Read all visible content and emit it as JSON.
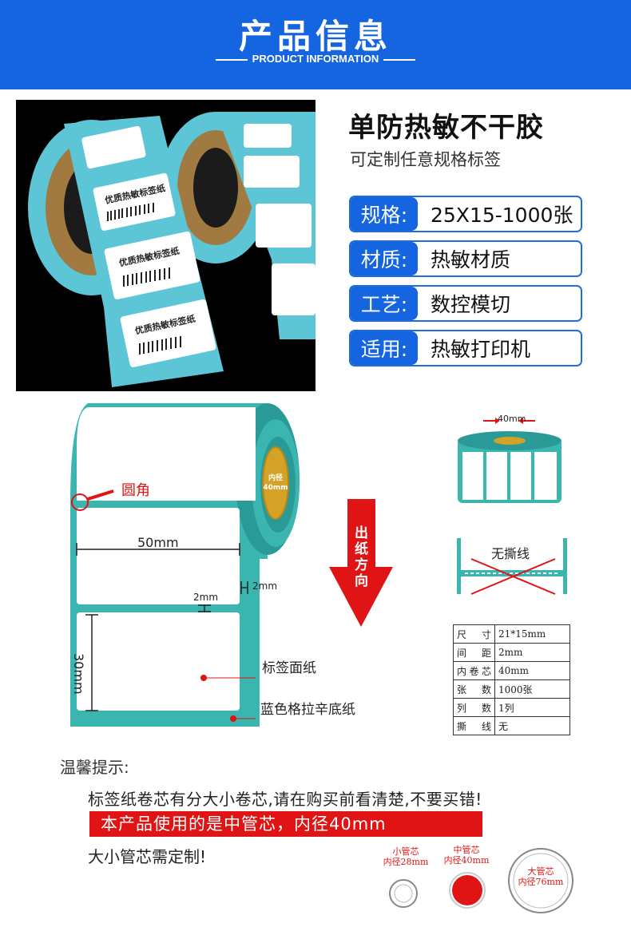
{
  "header": {
    "title": "产品信息",
    "subtitle": "PRODUCT INFORMATION"
  },
  "photo": {
    "label_text": "优质热敏标签纸"
  },
  "product": {
    "title": "单防热敏不干胶",
    "subtitle": "可定制任意规格标签",
    "specs": [
      {
        "key": "规格:",
        "value": "25X15-1000张"
      },
      {
        "key": "材质:",
        "value": "热敏材质"
      },
      {
        "key": "工艺:",
        "value": "数控模切"
      },
      {
        "key": "适用:",
        "value": "热敏打印机"
      }
    ]
  },
  "diagram": {
    "round_corner": "圆角",
    "width": "50mm",
    "height": "30mm",
    "gap1": "2mm",
    "gap2": "2mm",
    "core": "内径",
    "core_size": "40mm",
    "face_paper": "标签面纸",
    "backing": "蓝色格拉辛底纸",
    "direction": [
      "出",
      "纸",
      "方",
      "向"
    ],
    "small_core": "40mm",
    "no_tear": "无撕线"
  },
  "table": [
    [
      "尺寸",
      "21*15mm"
    ],
    [
      "间距",
      "2mm"
    ],
    [
      "内卷芯",
      "40mm"
    ],
    [
      "张数",
      "1000张"
    ],
    [
      "列数",
      "1列"
    ],
    [
      "撕线",
      "无"
    ]
  ],
  "tips": {
    "heading": "温馨提示:",
    "line1": "标签纸卷芯有分大小卷芯,请在购买前看清楚,不要买错!",
    "line2": "本产品使用的是中管芯，内径40mm",
    "line3": "大小管芯需定制!"
  },
  "cores": [
    {
      "name": "小管芯",
      "size": "内径28mm"
    },
    {
      "name": "中管芯",
      "size": "内径40mm"
    },
    {
      "name": "大管芯",
      "size": "内径76mm"
    }
  ],
  "colors": {
    "blue": "#1565e0",
    "teal": "#3bb5b0",
    "red": "#e01414"
  }
}
